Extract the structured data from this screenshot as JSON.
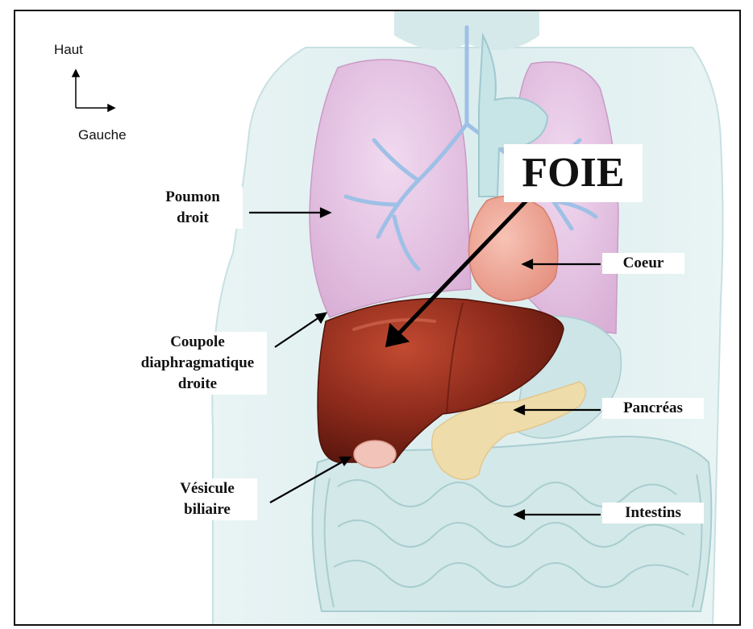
{
  "title": "FOIE",
  "orientation": {
    "up": "Haut",
    "left": "Gauche"
  },
  "labels": {
    "right_lung": "Poumon\ndroit",
    "heart": "Coeur",
    "diaphragm": "Coupole\ndiaphragmatique\ndroite",
    "pancreas": "Pancréas",
    "gallbladder": "Vésicule\nbiliaire",
    "intestines": "Intestins"
  },
  "colors": {
    "liver": "#8c2a1c",
    "lung": "#e6c4e3",
    "body": "#ddeeef",
    "intestine": "#cfe5e6",
    "pancreas": "#f1dca8",
    "heart": "#f0a89a",
    "gallbladder": "#f2c3b8"
  }
}
